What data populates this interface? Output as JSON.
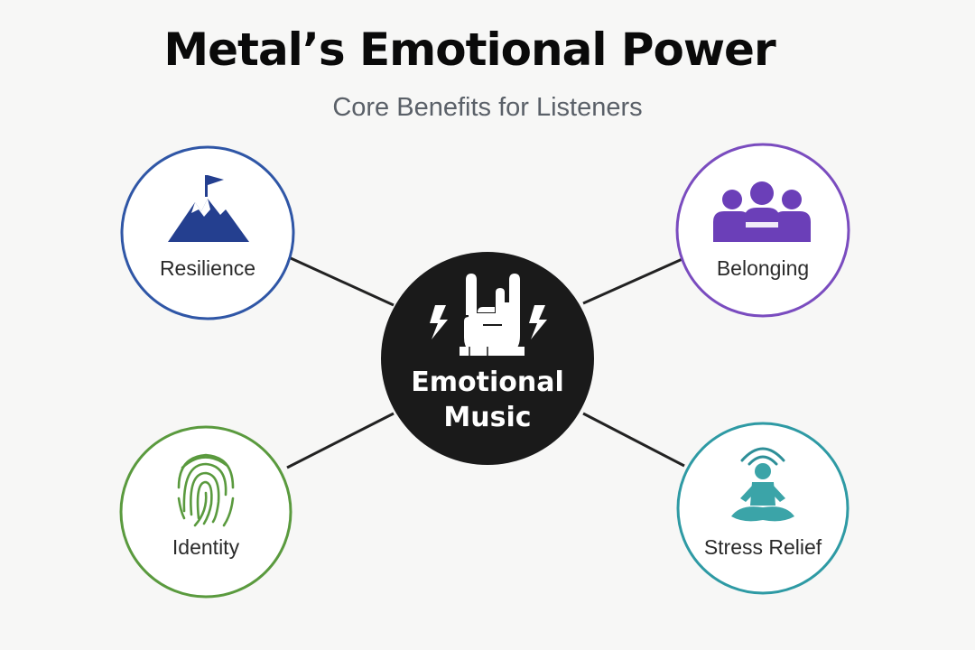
{
  "header": {
    "title": "Metal’s Emotional Power",
    "subtitle": "Core Benefits for Listeners"
  },
  "hub": {
    "line1": "Emotional",
    "line2": "Music",
    "icon": "rock-hand-icon",
    "color": "#1a1a1a"
  },
  "nodes": [
    {
      "id": "resilience",
      "label": "Resilience",
      "icon": "mountain-flag-icon",
      "color": "#2f56a6"
    },
    {
      "id": "belonging",
      "label": "Belonging",
      "icon": "group-people-icon",
      "color": "#7a4cbf"
    },
    {
      "id": "identity",
      "label": "Identity",
      "icon": "fingerprint-icon",
      "color": "#5a9a3e"
    },
    {
      "id": "stress-relief",
      "label": "Stress Relief",
      "icon": "meditation-icon",
      "color": "#2e9aa4"
    }
  ]
}
